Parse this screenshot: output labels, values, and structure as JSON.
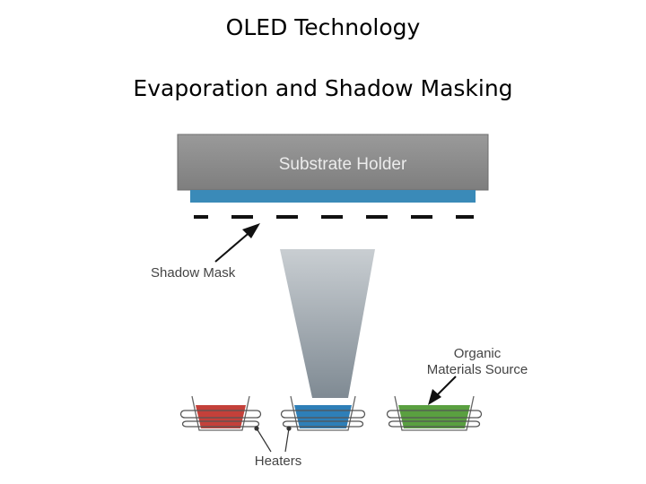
{
  "title": "OLED Technology",
  "subtitle": "Evaporation and Shadow Masking",
  "labels": {
    "substrate_holder": "Substrate Holder",
    "shadow_mask": "Shadow Mask",
    "organic_line1": "Organic",
    "organic_line2": "Materials Source",
    "heaters": "Heaters"
  },
  "colors": {
    "holder": "#8e8e8e",
    "substrate": "#3a8ab8",
    "mask": "#111111",
    "plume": "#9aa3aa",
    "crucible_red": "#c4403a",
    "crucible_blue": "#2e7fb8",
    "crucible_green": "#5aa040",
    "text": "#444444"
  }
}
